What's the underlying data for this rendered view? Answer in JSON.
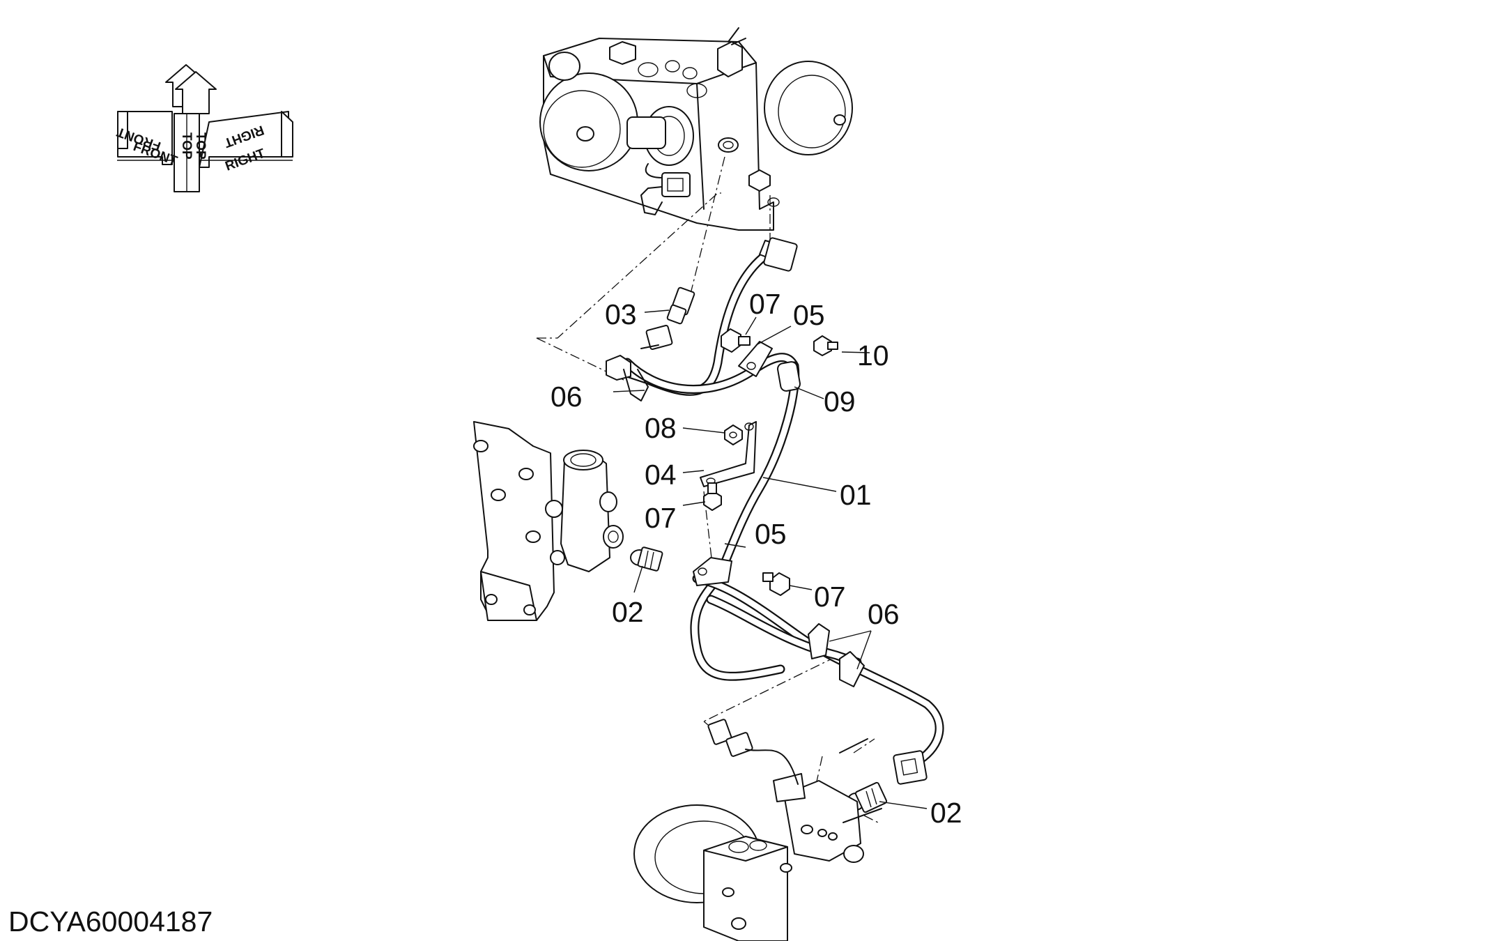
{
  "orientation": {
    "top_label_1": "TOP",
    "top_label_2": "TOP",
    "front_label_1": "FRONT",
    "front_label_2": "FRONT",
    "right_label_1": "RIGHT",
    "right_label_2": "RIGHT"
  },
  "callouts": {
    "c01": "01",
    "c02a": "02",
    "c02b": "02",
    "c03": "03",
    "c04": "04",
    "c05a": "05",
    "c05b": "05",
    "c06a": "06",
    "c06b": "06",
    "c07a": "07",
    "c07b": "07",
    "c07c": "07",
    "c08": "08",
    "c09": "09",
    "c10": "10"
  },
  "drawing_code": "DCYA60004187"
}
